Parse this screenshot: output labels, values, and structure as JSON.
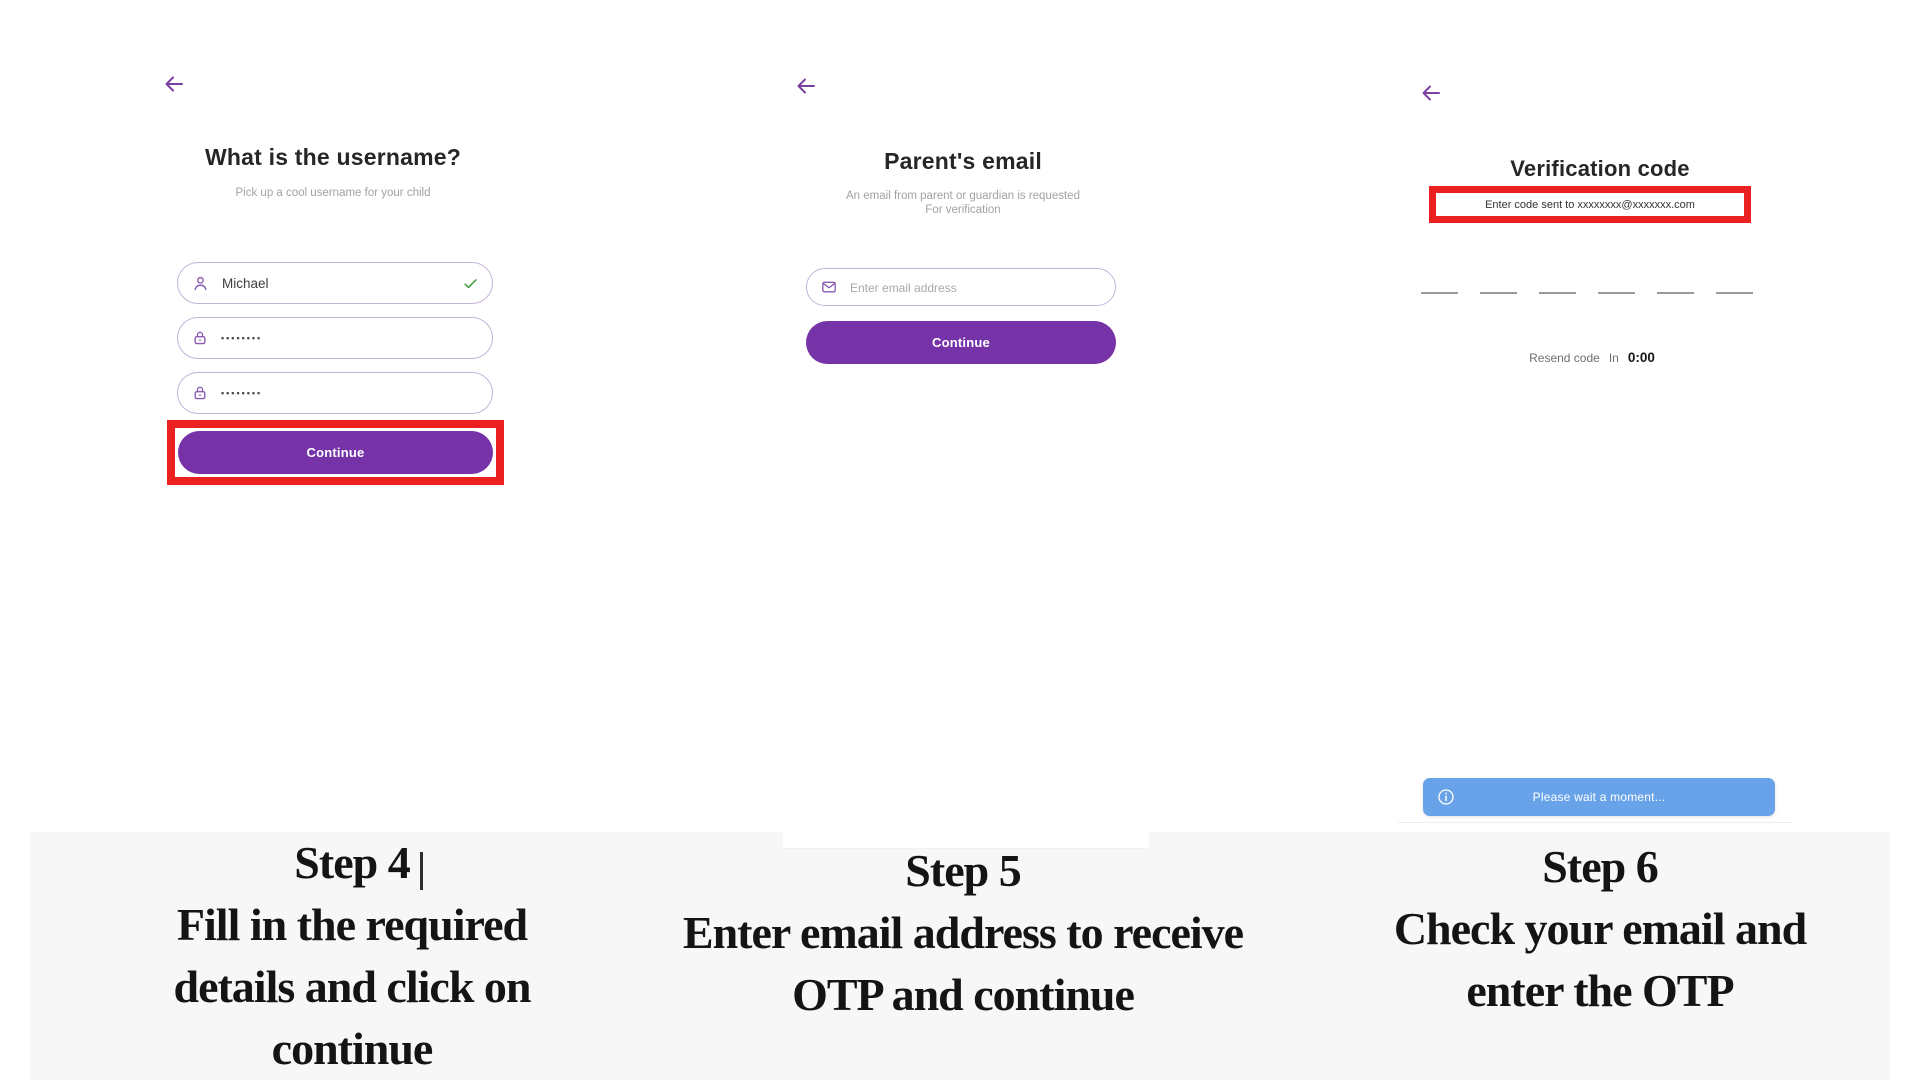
{
  "colors": {
    "accent_purple": "#7633A8",
    "field_border_purple": "#C6B3D8",
    "highlight_red": "#EA2120",
    "toast_blue": "#68A2E8",
    "check_green": "#43A047",
    "band_gray": "#F7F7F7"
  },
  "screen_username": {
    "back_icon": "arrow-left",
    "title": "What is the username?",
    "subtitle": "Pick up a cool username for your child",
    "username_icon": "person",
    "username_value": "Michael",
    "valid_icon": "check",
    "password_icon": "lock",
    "password_value": "••••••••",
    "password2_value": "••••••••",
    "continue_label": "Continue"
  },
  "screen_parent_email": {
    "back_icon": "arrow-left",
    "title": "Parent's email",
    "subtitle_line1": "An email from parent or guardian is requested",
    "subtitle_line2": "For verification",
    "email_icon": "envelope",
    "email_placeholder": "Enter email address",
    "continue_label": "Continue"
  },
  "screen_verification": {
    "back_icon": "arrow-left",
    "title": "Verification code",
    "highlighted_note": "Enter code sent to xxxxxxxx@xxxxxxx.com",
    "otp_slot_count": "6",
    "resend_label": "Resend code",
    "resend_in": "In",
    "resend_timer": "0:00",
    "toast_icon": "info",
    "toast_message": "Please wait a moment..."
  },
  "steps": {
    "step4": {
      "title": "Step 4",
      "line1": "Fill in the required",
      "line2": "details and click on",
      "line3": "continue"
    },
    "step5": {
      "title": "Step 5",
      "line1": "Enter email address to receive",
      "line2": "OTP and continue"
    },
    "step6": {
      "title": "Step 6",
      "line1": "Check your email and",
      "line2": "enter the OTP"
    }
  }
}
